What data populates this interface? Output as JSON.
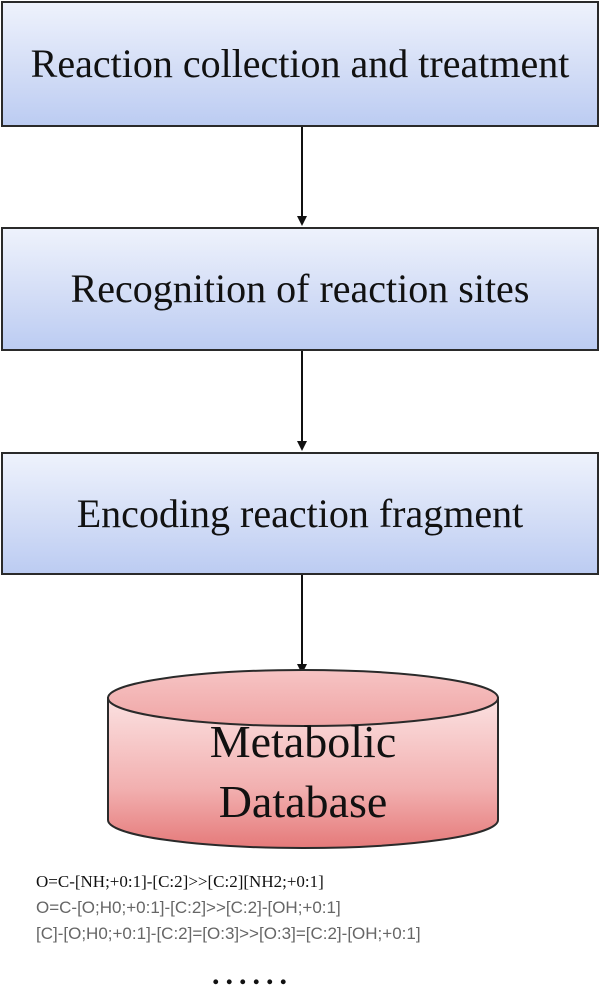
{
  "steps": [
    {
      "label": "Reaction collection and treatment"
    },
    {
      "label": "Recognition of reaction sites"
    },
    {
      "label": "Encoding reaction fragment"
    }
  ],
  "database": {
    "line1": "Metabolic",
    "line2": "Database"
  },
  "codes": [
    "O=C-[NH;+0:1]-[C:2]>>[C:2][NH2;+0:1]",
    "O=C-[O;H0;+0:1]-[C:2]>>[C:2]-[OH;+0:1]",
    "[C]-[O;H0;+0:1]-[C:2]=[O:3]>>[O:3]=[C:2]-[OH;+0:1]"
  ],
  "ellipsis": "......",
  "colors": {
    "step_fill": "#d3ddf6",
    "db_fill": "#ef9a9a",
    "outline": "#2a2a2a"
  }
}
